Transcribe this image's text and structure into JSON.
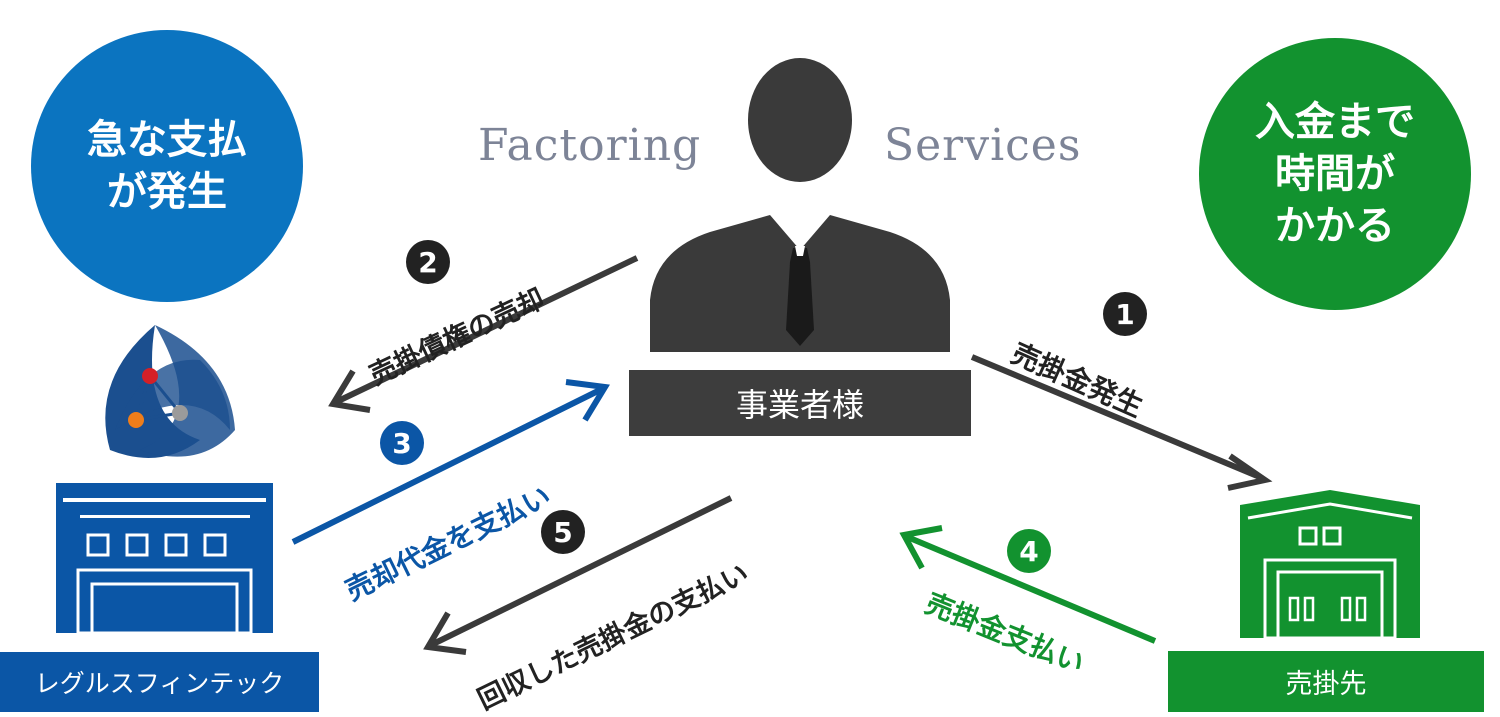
{
  "left_circle": {
    "lines": [
      "急な支払",
      "が発生"
    ]
  },
  "right_circle": {
    "lines": [
      "入金まで",
      "時間が",
      "かかる"
    ]
  },
  "title_left": "Factoring",
  "title_right": "Services",
  "center_label": "事業者様",
  "left_label": "レグルスフィンテック",
  "right_label": "売掛先",
  "steps": [
    {
      "number": "1",
      "label": "売掛金発生"
    },
    {
      "number": "2",
      "label": "売掛債権の売却"
    },
    {
      "number": "3",
      "label": "売却代金を支払い"
    },
    {
      "number": "4",
      "label": "売掛金支払い"
    },
    {
      "number": "5",
      "label": "回収した売掛金の支払い"
    }
  ],
  "colors": {
    "blue": "#0b74c0",
    "dark_blue": "#0b56a6",
    "green": "#12922f",
    "dark": "#3d3d3d"
  }
}
